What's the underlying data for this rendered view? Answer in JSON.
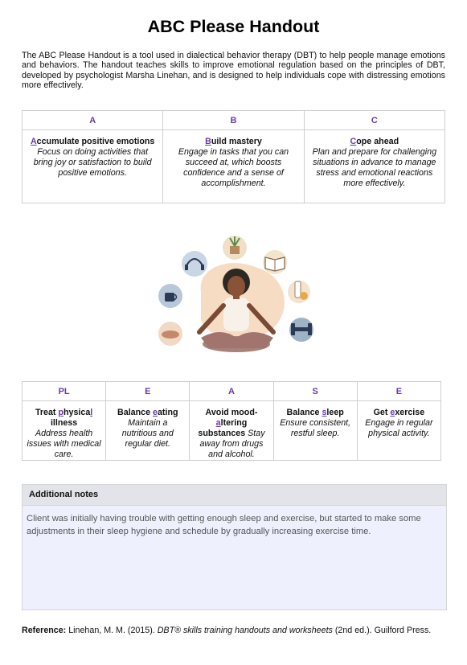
{
  "title": "ABC Please Handout",
  "intro": "The ABC Please Handout is a tool used in dialectical behavior therapy (DBT) to help people manage emotions and behaviors. The handout teaches skills to improve emotional regulation based on the principles of DBT, developed by psychologist Marsha Linehan, and is designed to help individuals cope with distressing emotions more effectively.",
  "abc": [
    {
      "letter": "A",
      "heading_first": "A",
      "heading_rest": "ccumulate positive emotions",
      "desc": "Focus on doing activities that bring joy or satisfaction to build positive emotions."
    },
    {
      "letter": "B",
      "heading_first": "B",
      "heading_rest": "uild mastery",
      "desc": "Engage in tasks that you can succeed at, which boosts confidence and a sense of accomplishment."
    },
    {
      "letter": "C",
      "heading_first": "C",
      "heading_rest": "ope ahead",
      "desc": "Plan and prepare for challenging situations in advance to manage stress and emotional reactions more effectively."
    }
  ],
  "please": [
    {
      "letter": "PL",
      "h1": "Treat ",
      "hl": "p",
      "h2": "hysica",
      "hl2": "l",
      "h3": " illness",
      "desc": "Address health issues with medical care."
    },
    {
      "letter": "E",
      "h1": "Balance ",
      "hl": "e",
      "h2": "ating",
      "desc": "Maintain a nutritious and regular diet."
    },
    {
      "letter": "A",
      "h1": "Avoid mood-",
      "hl": "a",
      "h2": "ltering substances",
      "desc": " Stay away from drugs and alcohol."
    },
    {
      "letter": "S",
      "h1": "Balance ",
      "hl": "s",
      "h2": "leep",
      "desc": "Ensure consistent, restful sleep."
    },
    {
      "letter": "E",
      "h1": "Get ",
      "hl": "e",
      "h2": "xercise",
      "desc": "Engage in regular physical activity."
    }
  ],
  "notes": {
    "heading": "Additional notes",
    "body": "Client was initially having trouble with getting enough sleep and exercise, but started to make some adjustments in their sleep hygiene and schedule by gradually increasing exercise time."
  },
  "reference": {
    "label": "Reference:",
    "authors": " Linehan, M. M. (2015). ",
    "work": "DBT® skills training handouts and worksheets",
    "rest": " (2nd ed.). Guilford Press."
  },
  "colors": {
    "accent": "#6a3aa8",
    "notes_bg": "#eef1fd",
    "notes_header": "#e3e4e9"
  }
}
